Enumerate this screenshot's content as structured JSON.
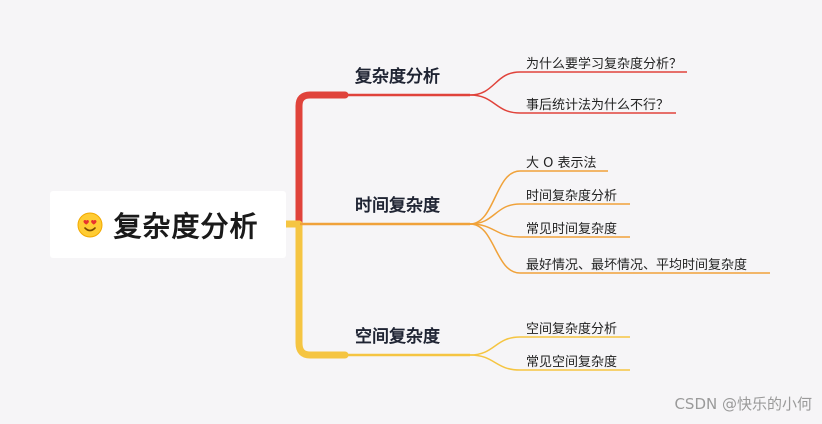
{
  "root": {
    "title": "复杂度分析",
    "icon": "heart-eyes-emoji-icon"
  },
  "branches": [
    {
      "label": "复杂度分析",
      "color": "#e0433b",
      "leaves": [
        "为什么要学习复杂度分析？",
        "事后统计法为什么不行？"
      ]
    },
    {
      "label": "时间复杂度",
      "color": "#f0a23a",
      "leaves": [
        "大 O 表示法",
        "时间复杂度分析",
        "常见时间复杂度",
        "最好情况、最坏情况、平均时间复杂度"
      ]
    },
    {
      "label": "空间复杂度",
      "color": "#f5c542",
      "leaves": [
        "空间复杂度分析",
        "常见空间复杂度"
      ]
    }
  ],
  "watermark": "CSDN @快乐的小何"
}
